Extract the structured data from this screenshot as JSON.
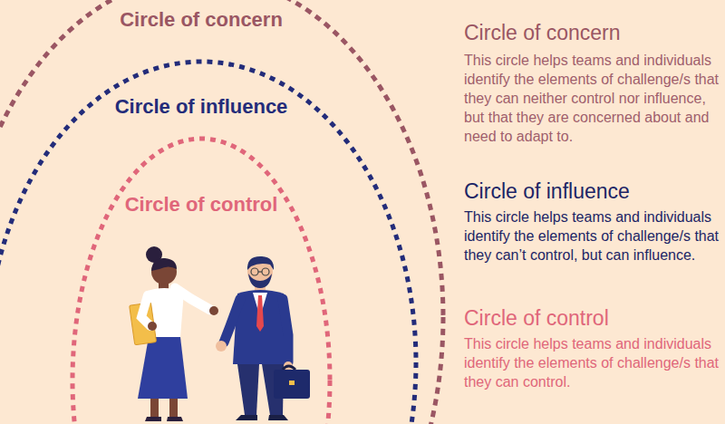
{
  "diagram": {
    "nodes": [
      {
        "text": [
          "Circle of concern"
        ]
      },
      {
        "text": [
          "Circle of influence"
        ],
        "in": 0
      },
      {
        "text": [
          "Circle of control"
        ],
        "in": 1
      }
    ],
    "labels": [
      "Circle of concern",
      "This circle helps teams and individuals identify the elements of challenge/s that they can neither control nor influence, but that they are concerned about and need to adapt to.",
      "Circle of influence",
      "This circle helps teams and individuals identify the elements of challenge/s that they can’t control, but can influence.",
      "Circle of control",
      "This circle helps teams and individuals identify the elements of challenge/s that they can control."
    ]
  }
}
